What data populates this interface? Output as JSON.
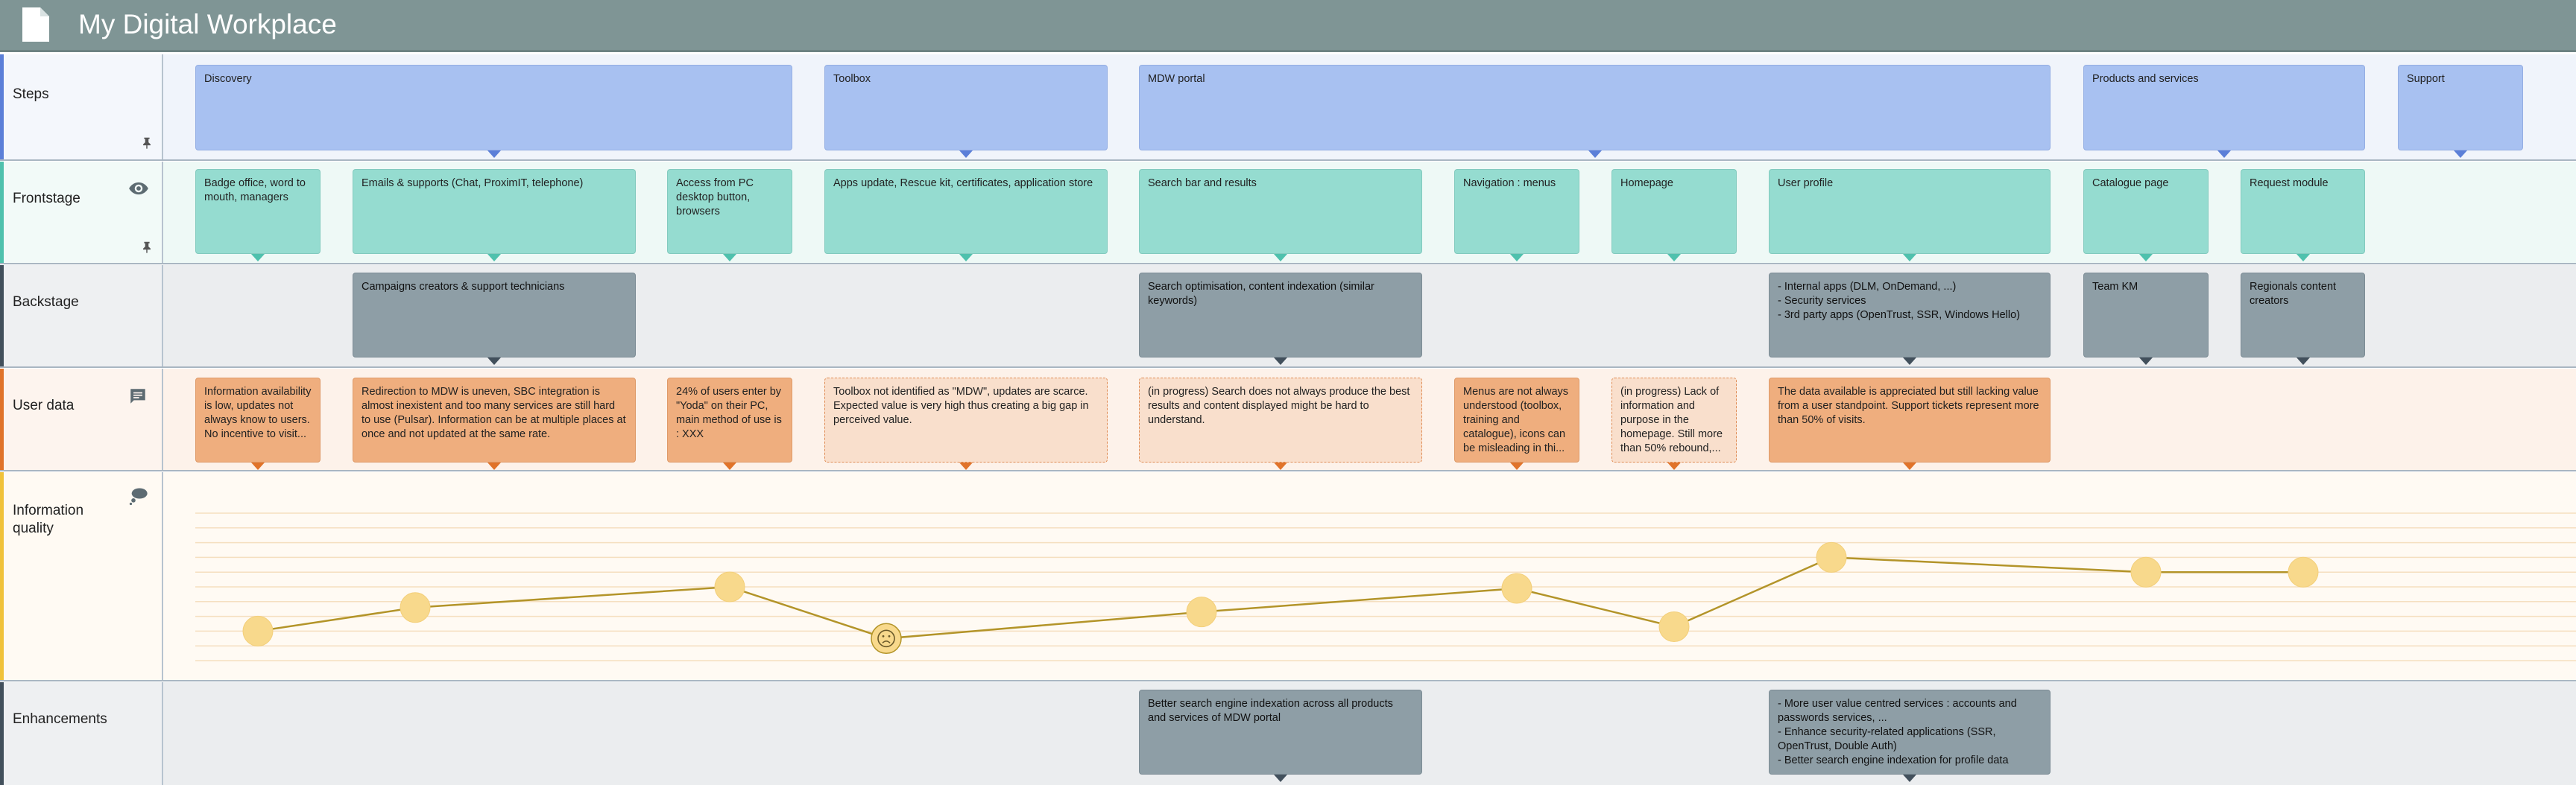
{
  "app": {
    "title": "My Digital Workplace",
    "icon": "document-icon"
  },
  "lanes": {
    "steps": "Steps",
    "frontstage": "Frontstage",
    "backstage": "Backstage",
    "user_data": "User data",
    "info_quality": "Information\nquality",
    "enhancements": "Enhancements"
  },
  "steps": [
    {
      "label": "Discovery"
    },
    {
      "label": "Toolbox"
    },
    {
      "label": "MDW portal"
    },
    {
      "label": "Products and services"
    },
    {
      "label": "Support"
    }
  ],
  "frontstage": [
    {
      "label": "Badge office, word to mouth, managers"
    },
    {
      "label": "Emails & supports (Chat, ProximIT, telephone)"
    },
    {
      "label": "Access from PC desktop button, browsers"
    },
    {
      "label": "Apps update, Rescue kit, certificates, application store"
    },
    {
      "label": "Search bar and results"
    },
    {
      "label": "Navigation : menus"
    },
    {
      "label": "Homepage"
    },
    {
      "label": "User profile"
    },
    {
      "label": "Catalogue page"
    },
    {
      "label": "Request module"
    }
  ],
  "backstage": [
    {
      "label": "Campaigns creators & support technicians"
    },
    {
      "label": "Search optimisation, content indexation (similar keywords)"
    },
    {
      "label": "- Internal apps (DLM, OnDemand, ...)\n- Security services\n- 3rd party apps (OpenTrust, SSR, Windows Hello)"
    },
    {
      "label": "Team KM"
    },
    {
      "label": "Regionals content creators"
    }
  ],
  "user_data": [
    {
      "label": "Information availability is low, updates not always know to users. No incentive to visit...",
      "style": "solid"
    },
    {
      "label": "Redirection to MDW is uneven, SBC integration is almost inexistent and too many services are still hard to use (Pulsar). Information can be at multiple places at once and not updated at the same rate.",
      "style": "solid"
    },
    {
      "label": "24% of users enter by \"Yoda\" on their PC, main method of use is : XXX",
      "style": "solid"
    },
    {
      "label": "Toolbox not identified as \"MDW\", updates are scarce. Expected value is very high thus creating a big gap in perceived value.",
      "style": "dashed"
    },
    {
      "label": "(in progress) Search does not always produce the best results and content displayed might be hard to understand.",
      "style": "dashed"
    },
    {
      "label": "Menus are not always understood (toolbox, training and catalogue), icons can be misleading in thi...",
      "style": "solid"
    },
    {
      "label": "(in progress) Lack of information and purpose in the homepage. Still more than 50% rebound,...",
      "style": "dashed"
    },
    {
      "label": "The data available is appreciated but still lacking value from a user standpoint. Support tickets represent more than 50% of visits.",
      "style": "solid"
    }
  ],
  "enhancements": [
    {
      "label": "Better search engine indexation across all products and services of MDW portal"
    },
    {
      "label": "- More user value centred services : accounts and passwords services, ...\n- Enhance security-related applications (SSR, OpenTrust, Double Auth)\n- Better search engine indexation for profile data"
    }
  ],
  "chart_data": {
    "type": "line",
    "x": [
      1,
      2,
      3,
      4,
      5,
      6,
      7,
      8,
      9,
      10
    ],
    "values": [
      2,
      3.6,
      5,
      1.5,
      3.3,
      4.9,
      2.3,
      7,
      6,
      6
    ],
    "ylim": [
      0,
      10
    ],
    "grid": true,
    "marker_icons": [
      "",
      "",
      "",
      "sad-face-icon",
      "",
      "",
      "",
      "",
      "",
      ""
    ],
    "colors": {
      "line": "#b39429",
      "point": "#f8d98c",
      "grid": "#f5dfc0"
    }
  },
  "colors": {
    "header": "#7f9595",
    "steps_accent": "#5b7fd8",
    "frontstage_accent": "#4fc1ad",
    "backstage_accent": "#42505c",
    "user_accent": "#e0732a",
    "quality_accent": "#f0c23a",
    "enh_accent": "#42505c"
  },
  "icons": {
    "steps": "pin-icon",
    "frontstage": "eye-icon",
    "frontstage_pin": "pin-icon",
    "user_data": "comment-icon",
    "info_quality": "thought-bubble-icon"
  }
}
